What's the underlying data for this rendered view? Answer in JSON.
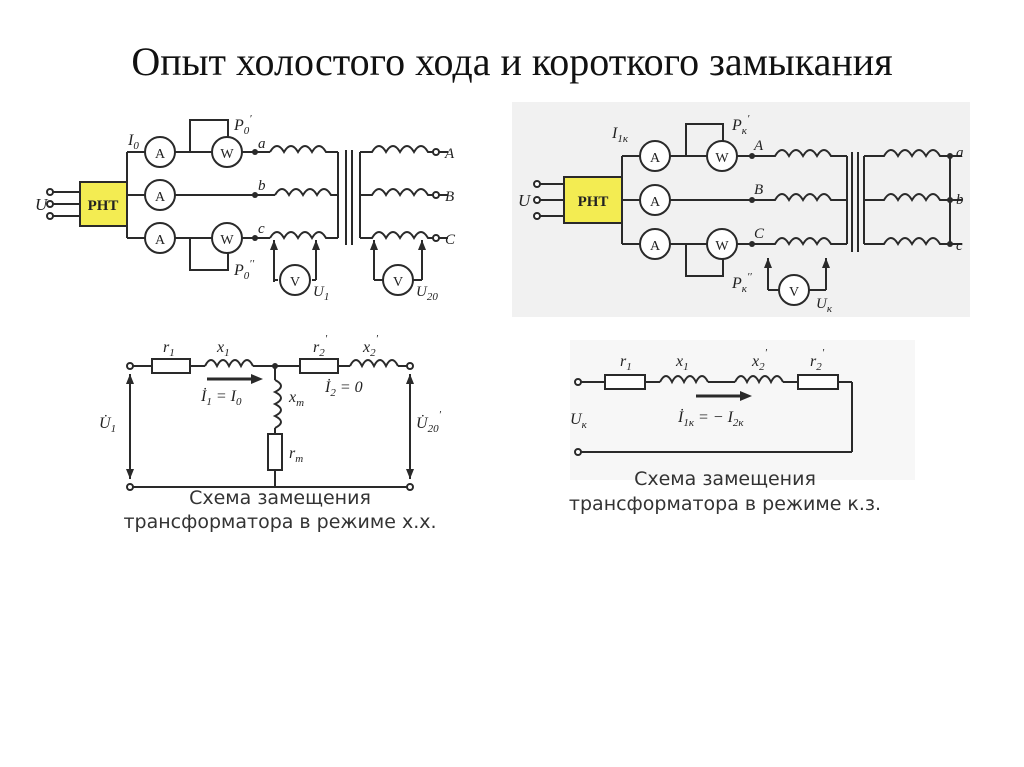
{
  "title": "Опыт холостого хода и короткого замыкания",
  "colors": {
    "rnt_fill": "#f3ec52",
    "line": "#2a2a2a",
    "panel_bg": "#f1f1f1"
  },
  "top_left": {
    "U": "U",
    "rnt": "РНТ",
    "I0": "I",
    "I0_sub": "0",
    "P0": "P",
    "P0_sub": "0",
    "P0_sup": "′",
    "P0b": "P",
    "P0b_sub": "0",
    "P0b_sup": "′′",
    "ammeter": "A",
    "wattmeter": "W",
    "voltmeter": "V",
    "a": "a",
    "b": "b",
    "c": "c",
    "A": "A",
    "B": "B",
    "C": "C",
    "U1": "U",
    "U1_sub": "1",
    "U20": "U",
    "U20_sub": "20"
  },
  "top_right": {
    "U": "U",
    "rnt": "РНТ",
    "I1k": "I",
    "I1k_sub": "1к",
    "Pk": "P",
    "Pk_sub": "к",
    "Pk_sup": "′",
    "Pkb": "P",
    "Pkb_sub": "к",
    "Pkb_sup": "′′",
    "ammeter": "A",
    "wattmeter": "W",
    "voltmeter": "V",
    "A": "A",
    "B": "B",
    "C": "C",
    "a": "a",
    "b": "b",
    "c": "c",
    "Uk": "U",
    "Uk_sub": "к"
  },
  "bottom_left": {
    "r1": "r",
    "r1_sub": "1",
    "x1": "x",
    "x1_sub": "1",
    "r2": "r",
    "r2_sub": "2",
    "x2": "x",
    "x2_sub": "2",
    "I1": "I",
    "I1_sub": "1",
    "eq1": " = I",
    "eq1_sub": "0",
    "xm": "x",
    "xm_sub": "m",
    "I2": "I",
    "I2_sub": "2",
    "eq2": " = 0",
    "rm": "r",
    "rm_sub": "m",
    "U1": "U",
    "U1_sub": "1",
    "U20": "U",
    "U20_sub": "20",
    "caption_line1": "Схема замещения",
    "caption_line2": "трансформатора в режиме х.х."
  },
  "bottom_right": {
    "r1": "r",
    "r1_sub": "1",
    "x1": "x",
    "x1_sub": "1",
    "x2": "x",
    "x2_sub": "2",
    "r2": "r",
    "r2_sub": "2",
    "Uk": "U",
    "Uk_sub": "к",
    "I1k": "I",
    "I1k_sub": "1к",
    "eq": " = − I",
    "eq_sub": "2к",
    "caption_line1": "Схема замещения",
    "caption_line2": "трансформатора в режиме к.з."
  }
}
